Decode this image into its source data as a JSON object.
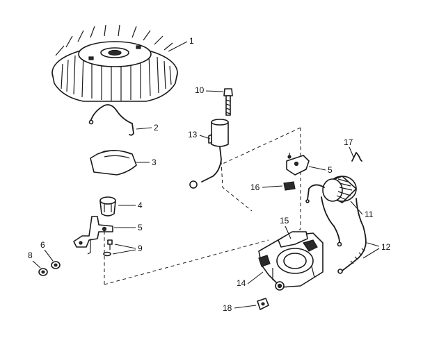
{
  "callouts": {
    "c1": "1",
    "c2": "2",
    "c3": "3",
    "c4": "4",
    "c5a": "5",
    "c5b": "5",
    "c6": "6",
    "c8": "8",
    "c9": "9",
    "c10": "10",
    "c11": "11",
    "c12": "12",
    "c13": "13",
    "c14": "14",
    "c15": "15",
    "c16": "16",
    "c17": "17",
    "c18": "18"
  },
  "colors": {
    "ink": "#1a1a1a",
    "paper": "#ffffff"
  }
}
